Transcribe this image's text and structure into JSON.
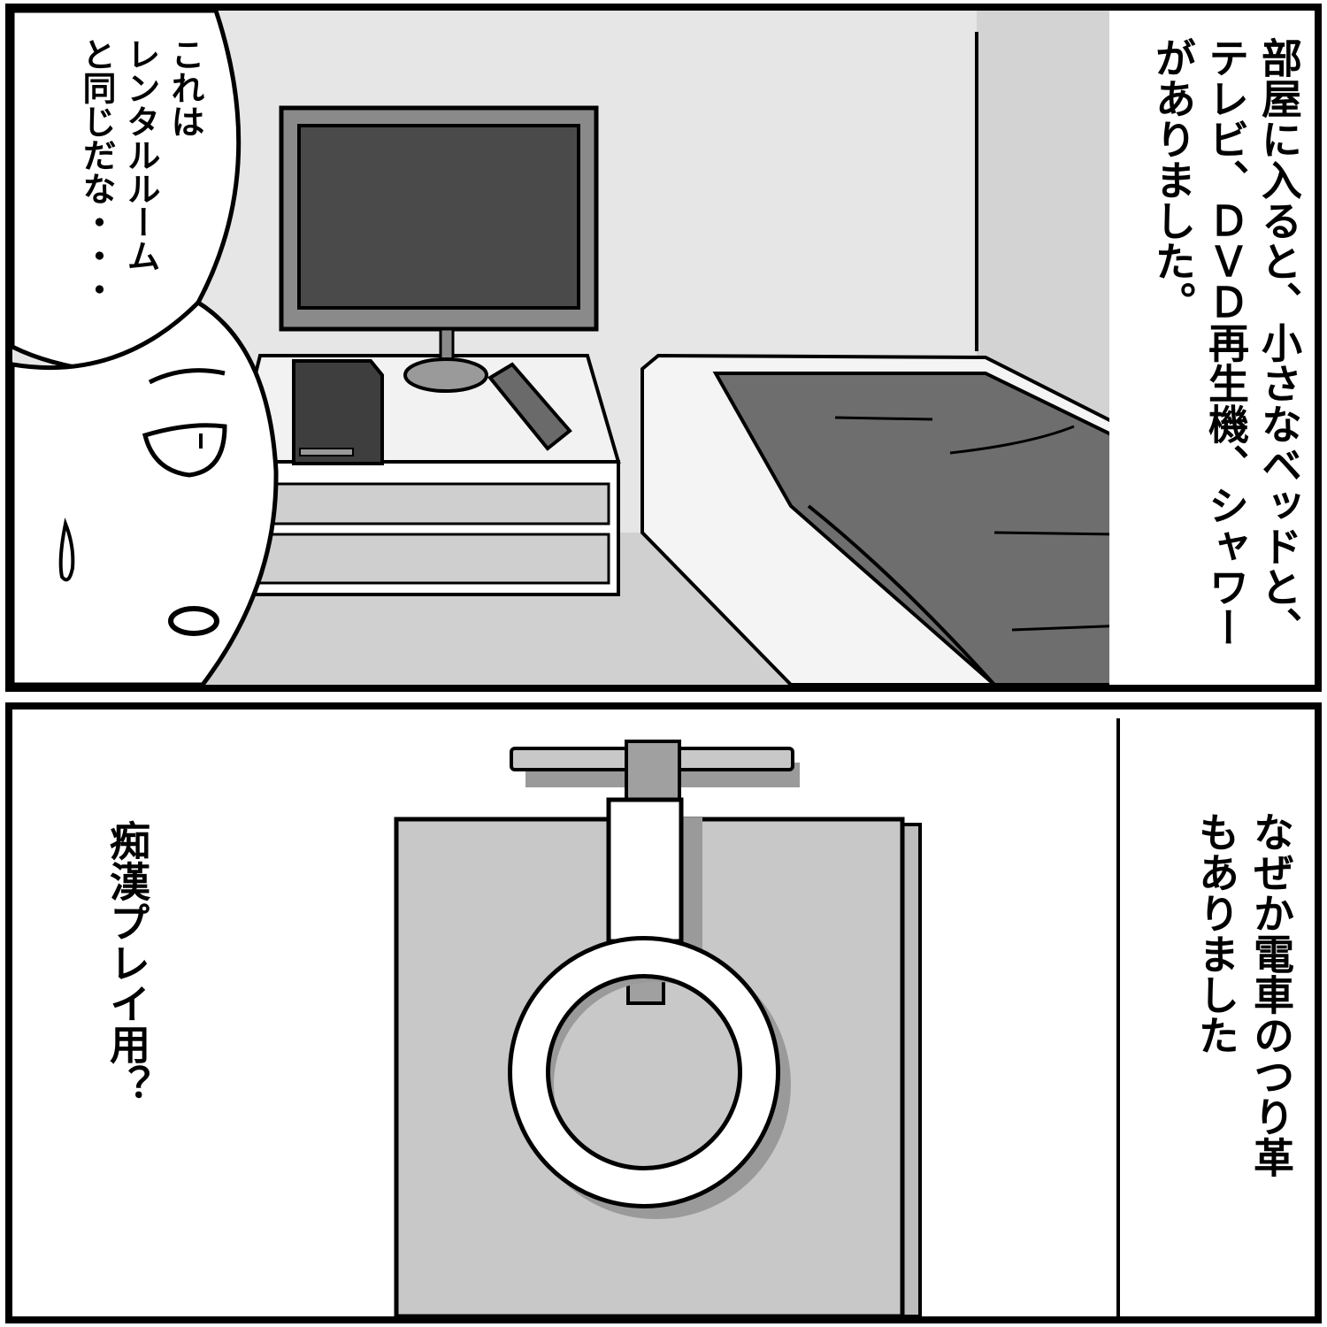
{
  "panel_top": {
    "narration_lines": [
      "部屋に入ると、小さなベッドと、",
      "テレビ、ＤＶＤ再生機、シャワー",
      "がありました。"
    ],
    "speech_lines": [
      "これは",
      "レンタルルーム",
      "と同じだな・・・"
    ]
  },
  "panel_bottom": {
    "narration_lines": [
      "なぜか電車のつり革",
      "もありました"
    ],
    "caption": "痴漢プレイ用？"
  },
  "colors": {
    "ink": "#000000",
    "wall": "#e4e4e4",
    "floor": "#cfcfcf",
    "screen": "#4a4a4a",
    "blanket": "#6e6e6e",
    "board": "#c8c8c8",
    "shadow": "#9a9a9a"
  }
}
